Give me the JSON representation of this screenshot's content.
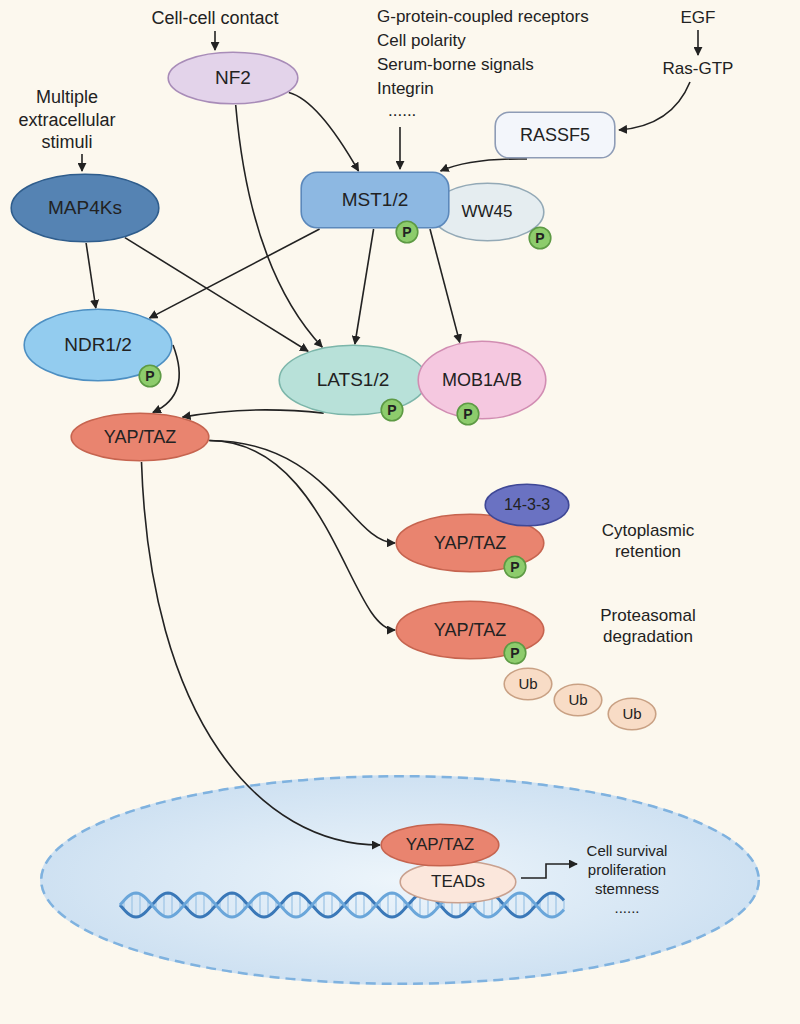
{
  "diagram": {
    "nodes": [
      {
        "text": [
          "NF2"
        ]
      },
      {
        "text": [
          "RASSF5"
        ]
      },
      {
        "text": [
          "MAP4Ks"
        ]
      },
      {
        "text": [
          "MST1/2"
        ]
      },
      {
        "text": [
          "P"
        ],
        "in": 3
      },
      {
        "text": [
          "WW45"
        ]
      },
      {
        "text": [
          "P"
        ],
        "in": 5
      },
      {
        "text": [
          "NDR1/2"
        ]
      },
      {
        "text": [
          "P"
        ],
        "in": 7
      },
      {
        "text": [
          "LATS1/2"
        ]
      },
      {
        "text": [
          "P"
        ],
        "in": 9
      },
      {
        "text": [
          "MOB1A/B"
        ]
      },
      {
        "text": [
          "P"
        ],
        "in": 11
      },
      {
        "text": [
          "YAP/TAZ"
        ]
      },
      {
        "text": [
          "14-3-3"
        ]
      },
      {
        "text": [
          "YAP/TAZ"
        ]
      },
      {
        "text": [
          "P"
        ],
        "in": 15
      },
      {
        "text": [
          "YAP/TAZ"
        ]
      },
      {
        "text": [
          "P"
        ],
        "in": 17
      },
      {
        "text": [
          "Ub"
        ]
      },
      {
        "text": [
          "Ub"
        ]
      },
      {
        "text": [
          "Ub"
        ]
      },
      {
        "text": [
          "Cell survival proliferation stemness ......"
        ]
      },
      {
        "text": [
          "YAP/TAZ"
        ],
        "in": 22
      },
      {
        "text": [
          "TEADs"
        ],
        "in": 22
      }
    ],
    "edges": [
      {
        "from": 0,
        "to": 3,
        "arrow": "to"
      },
      {
        "from": 0,
        "to": 9,
        "arrow": "to"
      },
      {
        "from": 1,
        "to": 3,
        "arrow": "to"
      },
      {
        "from": 2,
        "to": 7,
        "arrow": "to"
      },
      {
        "from": 2,
        "to": 9,
        "arrow": "to"
      },
      {
        "from": 3,
        "to": 7,
        "arrow": "to"
      },
      {
        "from": 3,
        "to": 9,
        "arrow": "to"
      },
      {
        "from": 3,
        "to": 11,
        "arrow": "to"
      },
      {
        "from": 7,
        "to": 13,
        "arrow": "to"
      },
      {
        "from": 9,
        "to": 13,
        "arrow": "to"
      },
      {
        "from": 13,
        "to": 15,
        "arrow": "to"
      },
      {
        "from": 13,
        "to": 17,
        "arrow": "to"
      },
      {
        "from": 13,
        "to": 23,
        "arrow": "to"
      }
    ],
    "labels": [
      "Multiple extracellular stimuli",
      "Cell-cell contact",
      "G-protein-coupled receptors",
      "Cell polarity",
      "Serum-borne signals",
      "Integrin",
      "......",
      "EGF",
      "Ras-GTP",
      "Cytoplasmic retention",
      "Proteasomal degradation"
    ]
  }
}
